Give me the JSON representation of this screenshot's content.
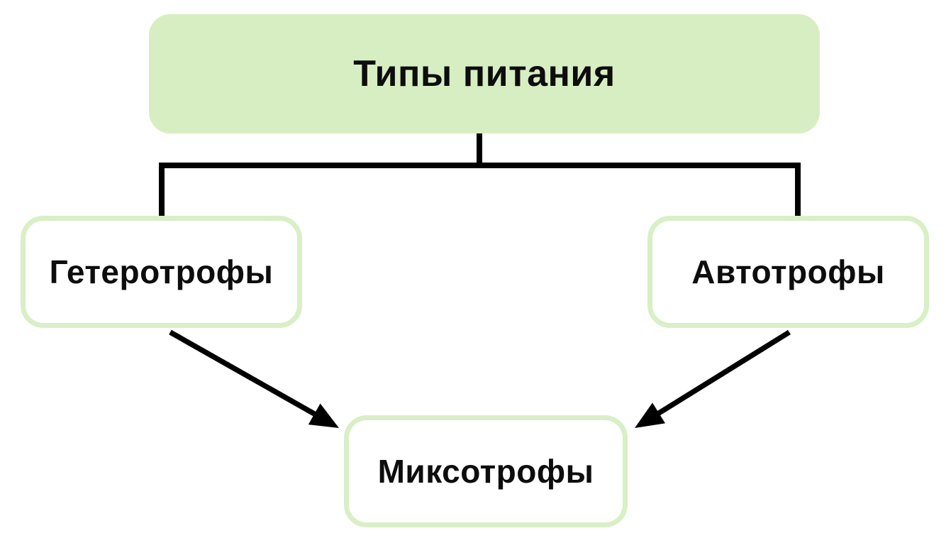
{
  "diagram": {
    "title": "Типы питания",
    "nodes": [
      {
        "id": "root",
        "label": "Типы питания",
        "style": "filled-green"
      },
      {
        "id": "heterotrophs",
        "label": "Гетеротрофы",
        "style": "outlined-green"
      },
      {
        "id": "autotrophs",
        "label": "Автотрофы",
        "style": "outlined-green"
      },
      {
        "id": "mixotrophs",
        "label": "Миксотрофы",
        "style": "outlined-green"
      }
    ],
    "edges": [
      {
        "from": "root",
        "to": "heterotrophs",
        "style": "line"
      },
      {
        "from": "root",
        "to": "autotrophs",
        "style": "line"
      },
      {
        "from": "heterotrophs",
        "to": "mixotrophs",
        "style": "arrow"
      },
      {
        "from": "autotrophs",
        "to": "mixotrophs",
        "style": "arrow"
      }
    ]
  },
  "colors": {
    "node-fill-green": "#d7eec2",
    "node-border-green": "#d9efc6",
    "line-black": "#000000",
    "text-black": "#0d0d0d",
    "background": "#ffffff"
  }
}
